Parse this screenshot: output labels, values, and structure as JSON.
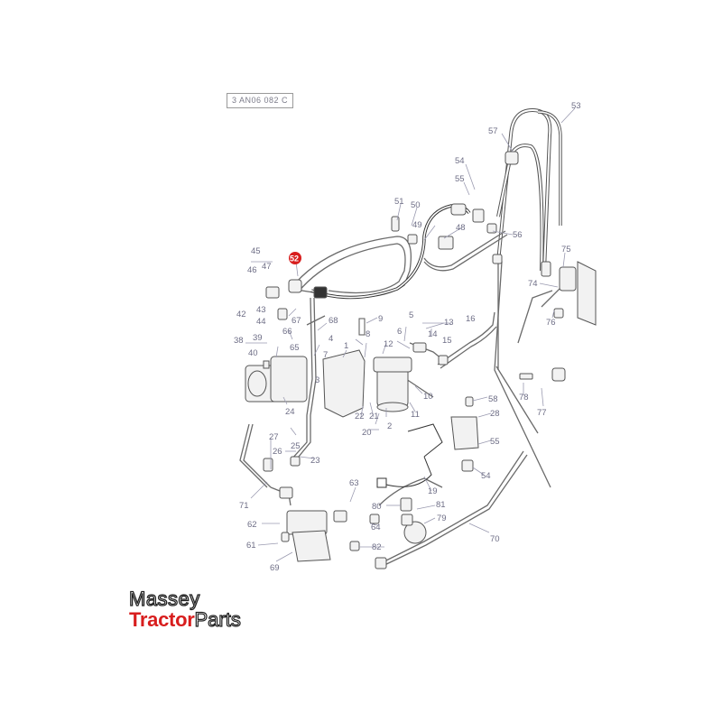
{
  "reference_code": "3 AN06 082 C",
  "highlighted_part": "52",
  "brand": {
    "top": "Massey",
    "bottom_red": "Tractor",
    "bottom_outline": "Parts",
    "accent_color": "#d81e1e"
  },
  "callouts": [
    "53",
    "57",
    "54",
    "55",
    "51",
    "50",
    "49",
    "48",
    "56",
    "45",
    "46",
    "47",
    "52",
    "75",
    "74",
    "76",
    "67",
    "43",
    "44",
    "42",
    "68",
    "9",
    "5",
    "13",
    "16",
    "66",
    "3",
    "1",
    "8",
    "4",
    "6",
    "12",
    "14",
    "15",
    "65",
    "38",
    "39",
    "40",
    "7",
    "11",
    "10",
    "77",
    "78",
    "58",
    "28",
    "24",
    "22",
    "21",
    "20",
    "2",
    "25",
    "27",
    "26",
    "23",
    "55",
    "54",
    "19",
    "63",
    "80",
    "81",
    "79",
    "71",
    "62",
    "61",
    "64",
    "82",
    "69",
    "70"
  ]
}
